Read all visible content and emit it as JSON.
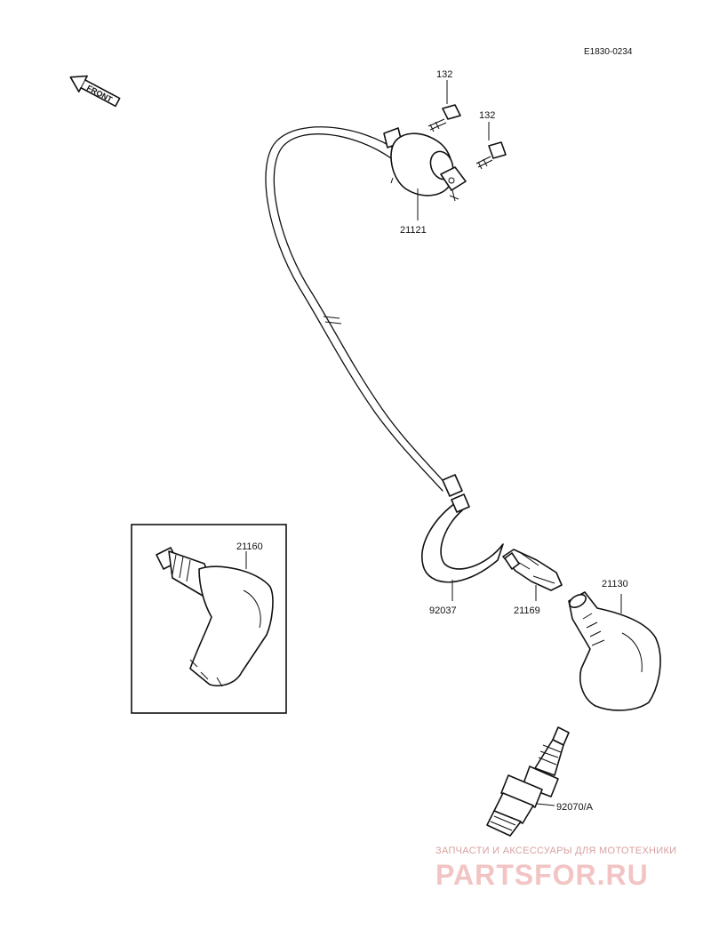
{
  "diagram_code": "E1830-0234",
  "front_indicator": "FRONT",
  "parts": {
    "bolt_a": "132",
    "bolt_b": "132",
    "ignition_coil": "21121",
    "inset_cap": "21160",
    "clamp": "92037",
    "terminal": "21169",
    "plug_cap": "21130",
    "spark_plug": "92070/A"
  },
  "watermark": {
    "tagline": "ЗАПЧАСТИ И АКСЕССУАРЫ ДЛЯ МОТОТЕХНИКИ",
    "brand": "PARTSFOR.RU"
  }
}
